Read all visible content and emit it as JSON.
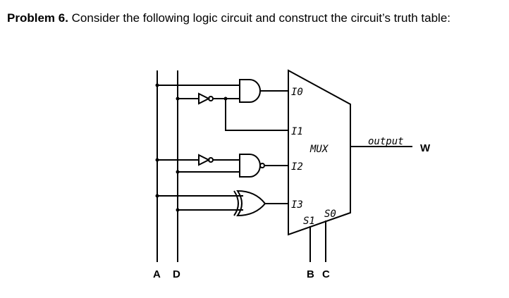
{
  "problem": {
    "number": "Problem 6.",
    "text": "Consider the following logic circuit and construct the circuit’s truth table:"
  },
  "diagram": {
    "mux_label": "MUX",
    "inputs": [
      "I0",
      "I1",
      "I2",
      "I3"
    ],
    "select_labels": [
      "S1",
      "S0"
    ],
    "output_label": "output",
    "output_var": "W",
    "left_vars": [
      "A",
      "D"
    ],
    "bottom_vars": [
      "B",
      "C"
    ]
  }
}
